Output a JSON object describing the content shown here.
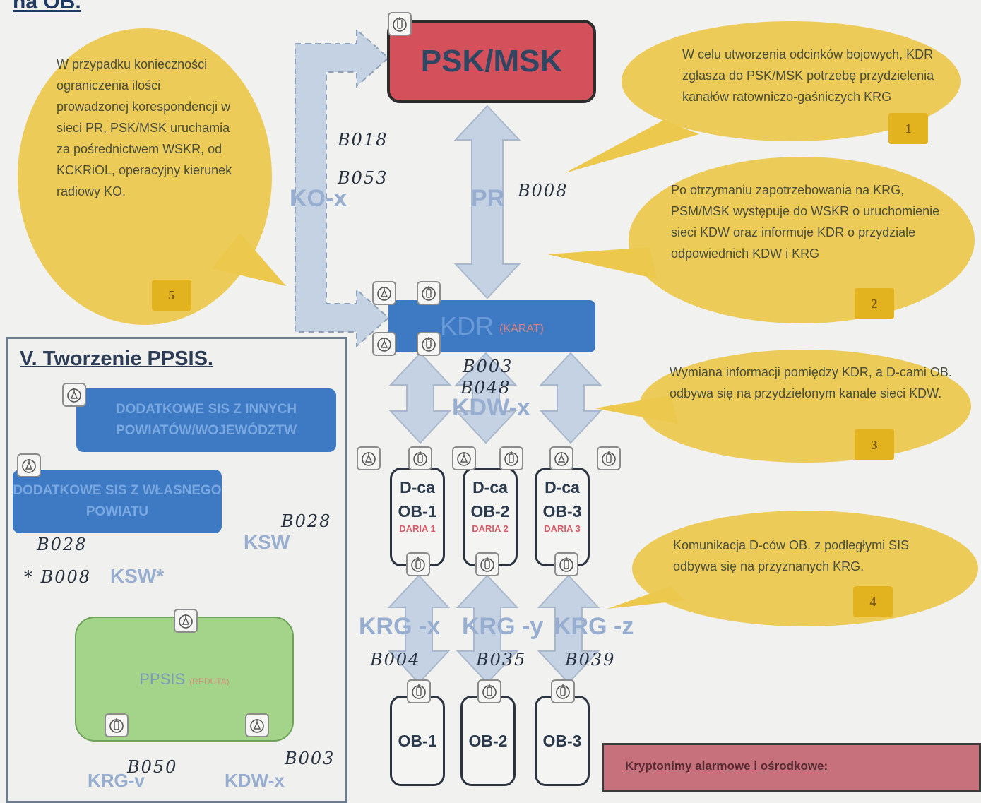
{
  "heading": "na OB.",
  "psk_msk": "PSK/MSK",
  "kdr": {
    "label": "KDR",
    "sub": "(KARAT)"
  },
  "channels": {
    "kox": "KO-x",
    "pr": "PR",
    "kdwx": "KDW-x",
    "krgx": "KRG -x",
    "krgy": "KRG -y",
    "krgz": "KRG -z",
    "ksw": "KSW",
    "ksw_star": "KSW*",
    "krgv": "KRG-v",
    "kdwx_bottom": "KDW-x"
  },
  "handwritten": {
    "b018": "B018",
    "b053": "B053",
    "b008": "B008",
    "b003": "B003",
    "b048": "B048",
    "b004": "B004",
    "b035": "B035",
    "b039": "B039",
    "b028_right": "B028",
    "b028_left": "B028",
    "b008_star": "* B008",
    "b050": "B050",
    "b003_bottom": "B003"
  },
  "dca": [
    {
      "l1": "D-ca",
      "l2": "OB-1",
      "daria": "DARIA 1"
    },
    {
      "l1": "D-ca",
      "l2": "OB-2",
      "daria": "DARIA 2"
    },
    {
      "l1": "D-ca",
      "l2": "OB-3",
      "daria": "DARIA 3"
    }
  ],
  "ob": [
    "OB-1",
    "OB-2",
    "OB-3"
  ],
  "callouts": {
    "c1": "W celu utworzenia odcinków bojowych, KDR zgłasza do PSK/MSK potrzebę przydzielenia kanałów ratowniczo-gaśniczych KRG",
    "c2": "Po otrzymaniu zapotrzebowania na KRG, PSM/MSK występuje do WSKR o uruchomienie sieci KDW oraz informuje KDR o przydziale odpowiednich KDW i KRG",
    "c3": "Wymiana informacji pomiędzy KDR, a D-cami OB. odbywa się na przydzielonym kanale sieci KDW.",
    "c4": "Komunikacja D-ców OB. z podległymi SIS odbywa się na przyznanych KRG.",
    "c5": "W przypadku konieczności ograniczenia ilości prowadzonej korespondencji w sieci PR, PSK/MSK uruchamia za pośrednictwem WSKR, od KCKRiOL, operacyjny kierunek radiowy KO."
  },
  "badges": {
    "n1": "1",
    "n2": "2",
    "n3": "3",
    "n4": "4",
    "n5": "5"
  },
  "panel": {
    "title": "V. Tworzenie PPSIS.",
    "other_sis": "DODATKOWE SIS Z INNYCH POWIATÓW/WOJEWÓDZTW",
    "own_sis": "DODATKOWE SIS Z WŁASNEGO POWIATU",
    "ppsis": "PPSIS",
    "ppsis_sub": "(REDUTA)"
  },
  "legend_title": "Kryptonimy alarmowe i ośrodkowe:",
  "colors": {
    "psk": "#d4505b",
    "blue": "#3e79c4",
    "green": "#a4d48a",
    "callout": "#ecc84c",
    "arrow": "#c5d2e3"
  }
}
